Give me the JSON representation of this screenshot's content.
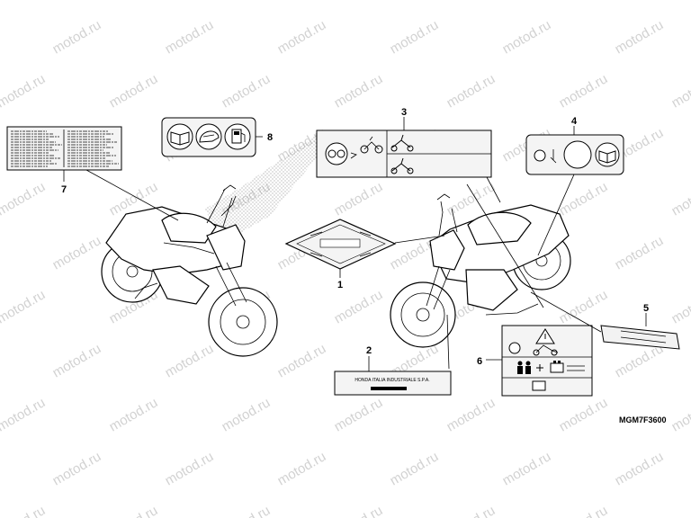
{
  "diagram": {
    "watermark": "motod.ru",
    "part_code": "MGM7F3600",
    "callouts": [
      {
        "id": "1",
        "label": "1"
      },
      {
        "id": "2",
        "label": "2"
      },
      {
        "id": "3",
        "label": "3"
      },
      {
        "id": "4",
        "label": "4"
      },
      {
        "id": "5",
        "label": "5"
      },
      {
        "id": "6",
        "label": "6"
      },
      {
        "id": "7",
        "label": "7"
      },
      {
        "id": "8",
        "label": "8"
      }
    ],
    "plate_text": "HONDA ITALIA INDUSTRIALE S.P.A.",
    "icons": {
      "label8": [
        "book-icon",
        "helmet-icon",
        "fuel-icon"
      ],
      "label3": [
        "goggles-icon",
        "rider-icon",
        "passenger-icon"
      ],
      "label4": [
        "bulb-icon",
        "book-icon"
      ],
      "label6": [
        "warning-icon",
        "person-icon",
        "battery-icon"
      ]
    }
  }
}
